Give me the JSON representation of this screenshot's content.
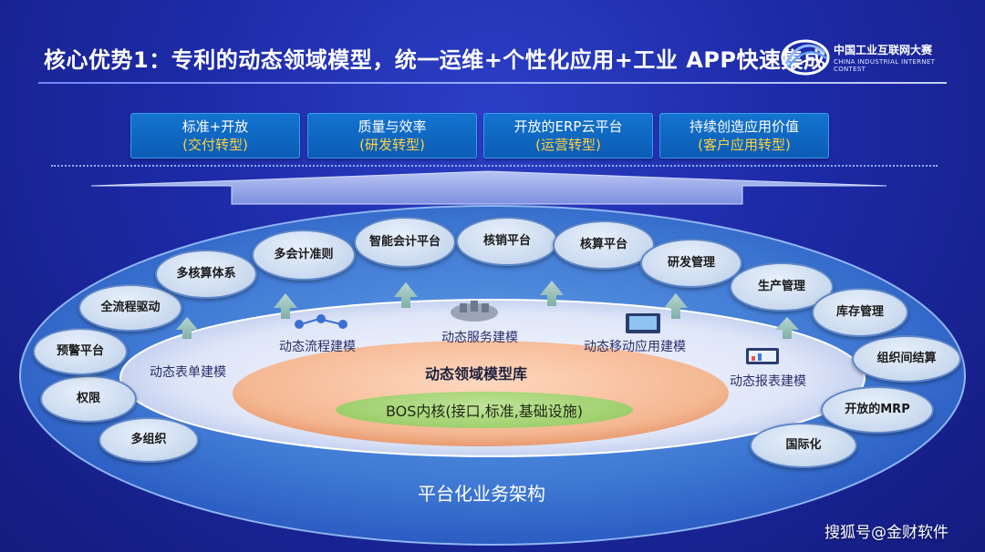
{
  "header": {
    "title": "核心优势1：专利的动态领域模型，统一运维+个性化应用+工业 APP快速集成",
    "logo_cn": "中国工业互联网大赛",
    "logo_en": "CHINA INDUSTRIAL INTERNET CONTEST"
  },
  "goals": [
    {
      "main": "标准+开放",
      "sub": "(交付转型)"
    },
    {
      "main": "质量与效率",
      "sub": "(研发转型)"
    },
    {
      "main": "开放的ERP云平台",
      "sub": "(运营转型)"
    },
    {
      "main": "持续创造应用价值",
      "sub": "(客户应用转型)"
    }
  ],
  "bubbles": [
    "多组织",
    "权限",
    "预警平台",
    "全流程驱动",
    "多核算体系",
    "多会计准则",
    "智能会计平台",
    "核销平台",
    "核算平台",
    "研发管理",
    "生产管理",
    "库存管理",
    "组织间结算",
    "开放的MRP",
    "国际化"
  ],
  "modules": [
    "动态表单建模",
    "动态流程建模",
    "动态服务建模",
    "动态移动应用建模",
    "动态报表建模"
  ],
  "core": {
    "title": "动态领域模型库",
    "kernel": "BOS内核(接口,标准,基础设施)"
  },
  "platform_label": "平台化业务架构",
  "watermark": "搜狐号@金财软件",
  "colors": {
    "background": "#1d2aa6",
    "goal_box": "#0b5cb5",
    "goal_sub_text": "#ffd23a",
    "kernel": "#98cc65",
    "core": "#f2b48e"
  }
}
